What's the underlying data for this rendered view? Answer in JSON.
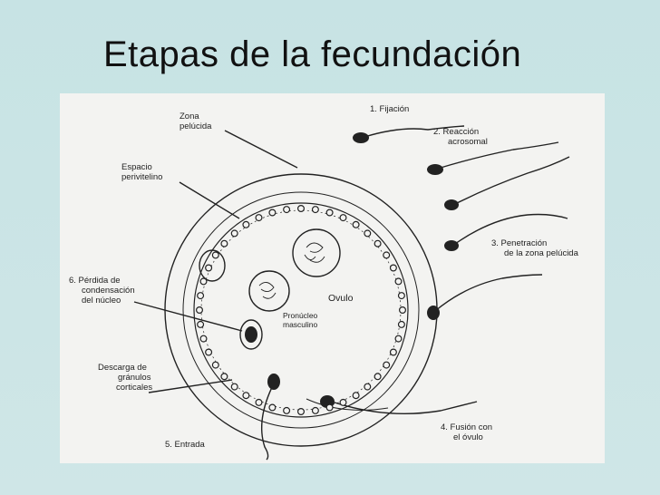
{
  "slide": {
    "title": "Etapas de la fecundación"
  },
  "labels": {
    "zona_pelucida": [
      "Zona",
      "pelúcida"
    ],
    "espacio_perivitelino": [
      "Espacio",
      "perivitelino"
    ],
    "fijacion": "1.  Fijación",
    "reaccion_acrosomal": [
      "2.  Reacción",
      "acrosomal"
    ],
    "penetracion": [
      "3.  Penetración",
      "de la zona pelúcida"
    ],
    "perdida": [
      "6.  Pérdida de",
      "condensación",
      "del núcleo"
    ],
    "ovulo": "Ovulo",
    "pronucleo": [
      "Pronúcleo",
      "masculino"
    ],
    "descarga": [
      "Descarga de",
      "gránulos",
      "corticales"
    ],
    "fusion": [
      "4.  Fusión con",
      "el óvulo"
    ],
    "entrada": "5.  Entrada"
  }
}
